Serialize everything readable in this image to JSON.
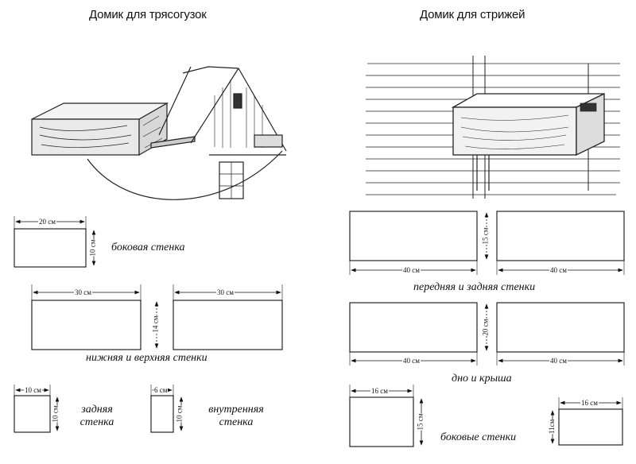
{
  "left": {
    "title": "Домик для трясогузок",
    "side_wall": {
      "caption": "боковая стенка",
      "width": "20 см",
      "height": "10 см"
    },
    "bottom_top": {
      "caption": "нижняя и верхняя стенки",
      "width1": "30 см",
      "width2": "30 см",
      "height": "14 см"
    },
    "back_wall": {
      "caption_line1": "задняя",
      "caption_line2": "стенка",
      "width": "10 см",
      "height": "10 см"
    },
    "inner_wall": {
      "caption_line1": "внутренняя",
      "caption_line2": "стенка",
      "width": "6 см",
      "height": "10 см"
    }
  },
  "right": {
    "title": "Домик для стрижей",
    "front_back": {
      "caption": "передняя и задняя стенки",
      "width1": "40 см",
      "width2": "40 см",
      "height": "15 см"
    },
    "floor_roof": {
      "caption": "дно и крыша",
      "width1": "40 см",
      "width2": "40 см",
      "height": "20 см"
    },
    "sides": {
      "caption": "боковые стенки",
      "width1": "16 см",
      "height1": "15 см",
      "width2": "16 см",
      "height2": "11см"
    }
  }
}
